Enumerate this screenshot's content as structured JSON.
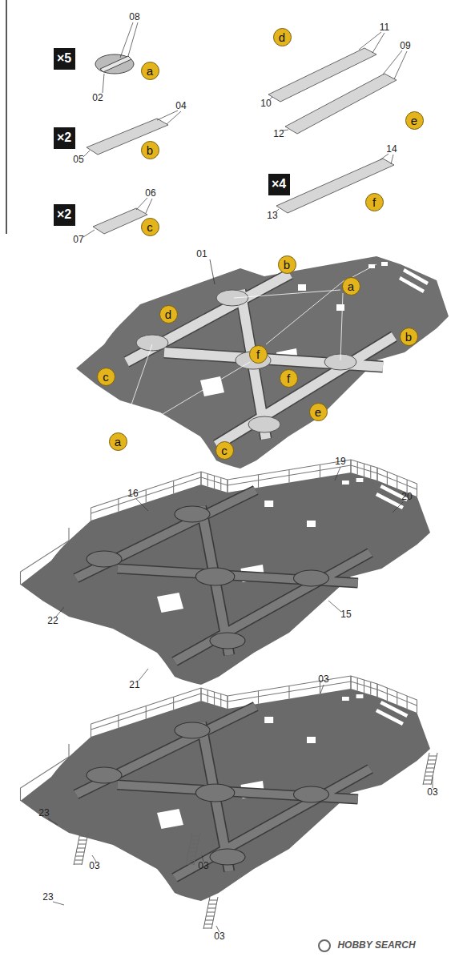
{
  "diagram": {
    "nodes": [
      {
        "text": [
          "×5"
        ]
      },
      {
        "text": [
          "a"
        ]
      },
      {
        "text": [
          "×2"
        ]
      },
      {
        "text": [
          "b"
        ]
      },
      {
        "text": [
          "×2"
        ]
      },
      {
        "text": [
          "c"
        ]
      },
      {
        "text": [
          "d"
        ]
      },
      {
        "text": [
          "e"
        ]
      },
      {
        "text": [
          "×4"
        ]
      },
      {
        "text": [
          "f"
        ]
      },
      {
        "text": [
          "b"
        ]
      },
      {
        "text": [
          "a"
        ]
      },
      {
        "text": [
          "d"
        ]
      },
      {
        "text": [
          "b"
        ]
      },
      {
        "text": [
          "f"
        ]
      },
      {
        "text": [
          "c"
        ]
      },
      {
        "text": [
          "f"
        ]
      },
      {
        "text": [
          "e"
        ]
      },
      {
        "text": [
          "a"
        ]
      },
      {
        "text": [
          "c"
        ]
      }
    ],
    "labels": [
      "08",
      "02",
      "04",
      "05",
      "06",
      "07",
      "11",
      "09",
      "10",
      "12",
      "14",
      "13",
      "01",
      "19",
      "16",
      "20",
      "22",
      "15",
      "21",
      "03",
      "03",
      "23",
      "03",
      "03",
      "23",
      "03",
      "HOBBY SEARCH"
    ]
  }
}
